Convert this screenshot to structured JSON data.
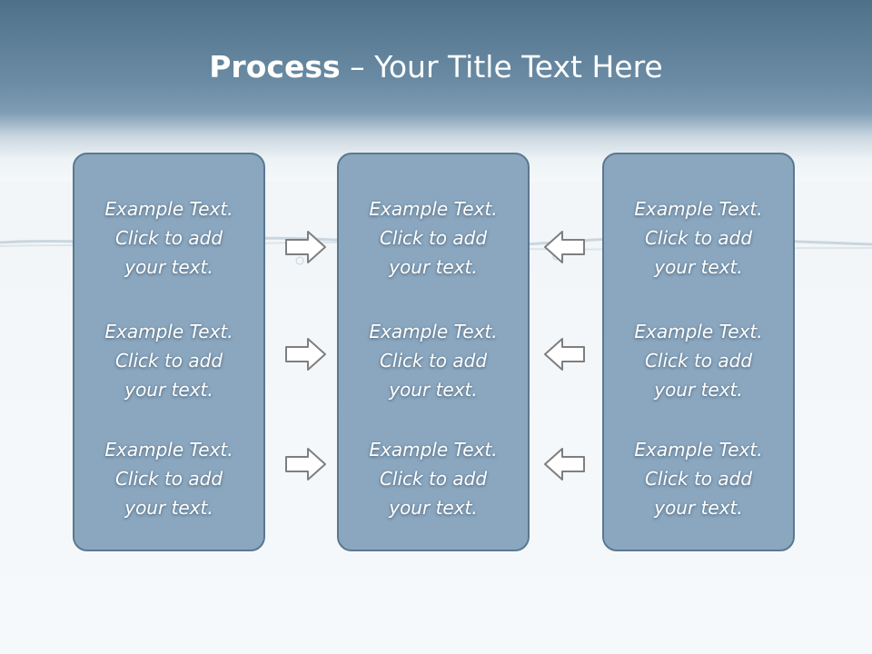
{
  "title": {
    "bold": "Process",
    "rest": " – Your Title Text Here"
  },
  "columns": [
    {
      "blocks": [
        [
          "Example Text.",
          "Click  to add",
          "your text."
        ],
        [
          "Example Text.",
          "Click  to add",
          "your text."
        ],
        [
          "Example Text.",
          "Click  to add",
          "your text."
        ]
      ]
    },
    {
      "blocks": [
        [
          "Example Text.",
          "Click  to add",
          "your text."
        ],
        [
          "Example Text.",
          "Click  to add",
          "your text."
        ],
        [
          "Example Text.",
          "Click  to add",
          "your text."
        ]
      ]
    },
    {
      "blocks": [
        [
          "Example Text.",
          "Click  to add",
          "your text."
        ],
        [
          "Example Text.",
          "Click  to add",
          "your text."
        ],
        [
          "Example Text.",
          "Click  to add",
          "your text."
        ]
      ]
    }
  ],
  "arrows": {
    "left_group": "right-arrow-icon",
    "right_group": "left-arrow-icon"
  },
  "colors": {
    "header": "#4e7189",
    "panel_fill": "#8aa7bf",
    "panel_border": "#5b7891",
    "arrow_fill": "#ffffff",
    "arrow_stroke": "#7f7f7f"
  }
}
